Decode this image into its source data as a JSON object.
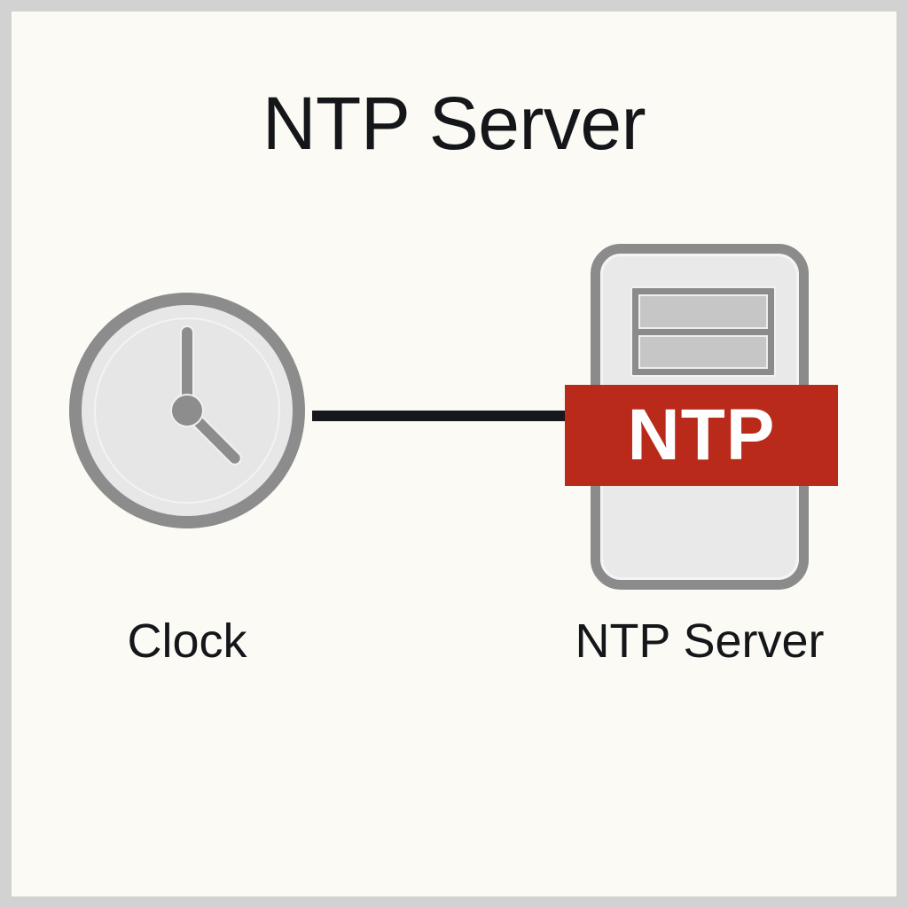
{
  "diagram": {
    "title": "NTP Server",
    "background_color": "#fbfaf4",
    "frame_color": "#d2d2d2",
    "connector": {
      "name": "clock-to-server-link",
      "color": "#16181c"
    },
    "nodes": [
      {
        "id": "clock",
        "caption": "Clock",
        "icon": "analog-clock-icon",
        "ring_color": "#8c8c8c",
        "face_color": "#e6e6e6",
        "hand_color": "#8d8d8d",
        "time_shown": "4:00"
      },
      {
        "id": "ntp-server",
        "caption": "NTP Server",
        "icon": "server-tower-icon",
        "body_color": "#e9e9e9",
        "border_color": "#8b8b8b",
        "bay_panel_color": "#8b8b8b",
        "bay_slot_color": "#c6c6c6",
        "bay_slot_count": 2,
        "banner": {
          "label": "NTP",
          "background_color": "#b92a1b",
          "text_color": "#ffffff"
        }
      }
    ]
  }
}
